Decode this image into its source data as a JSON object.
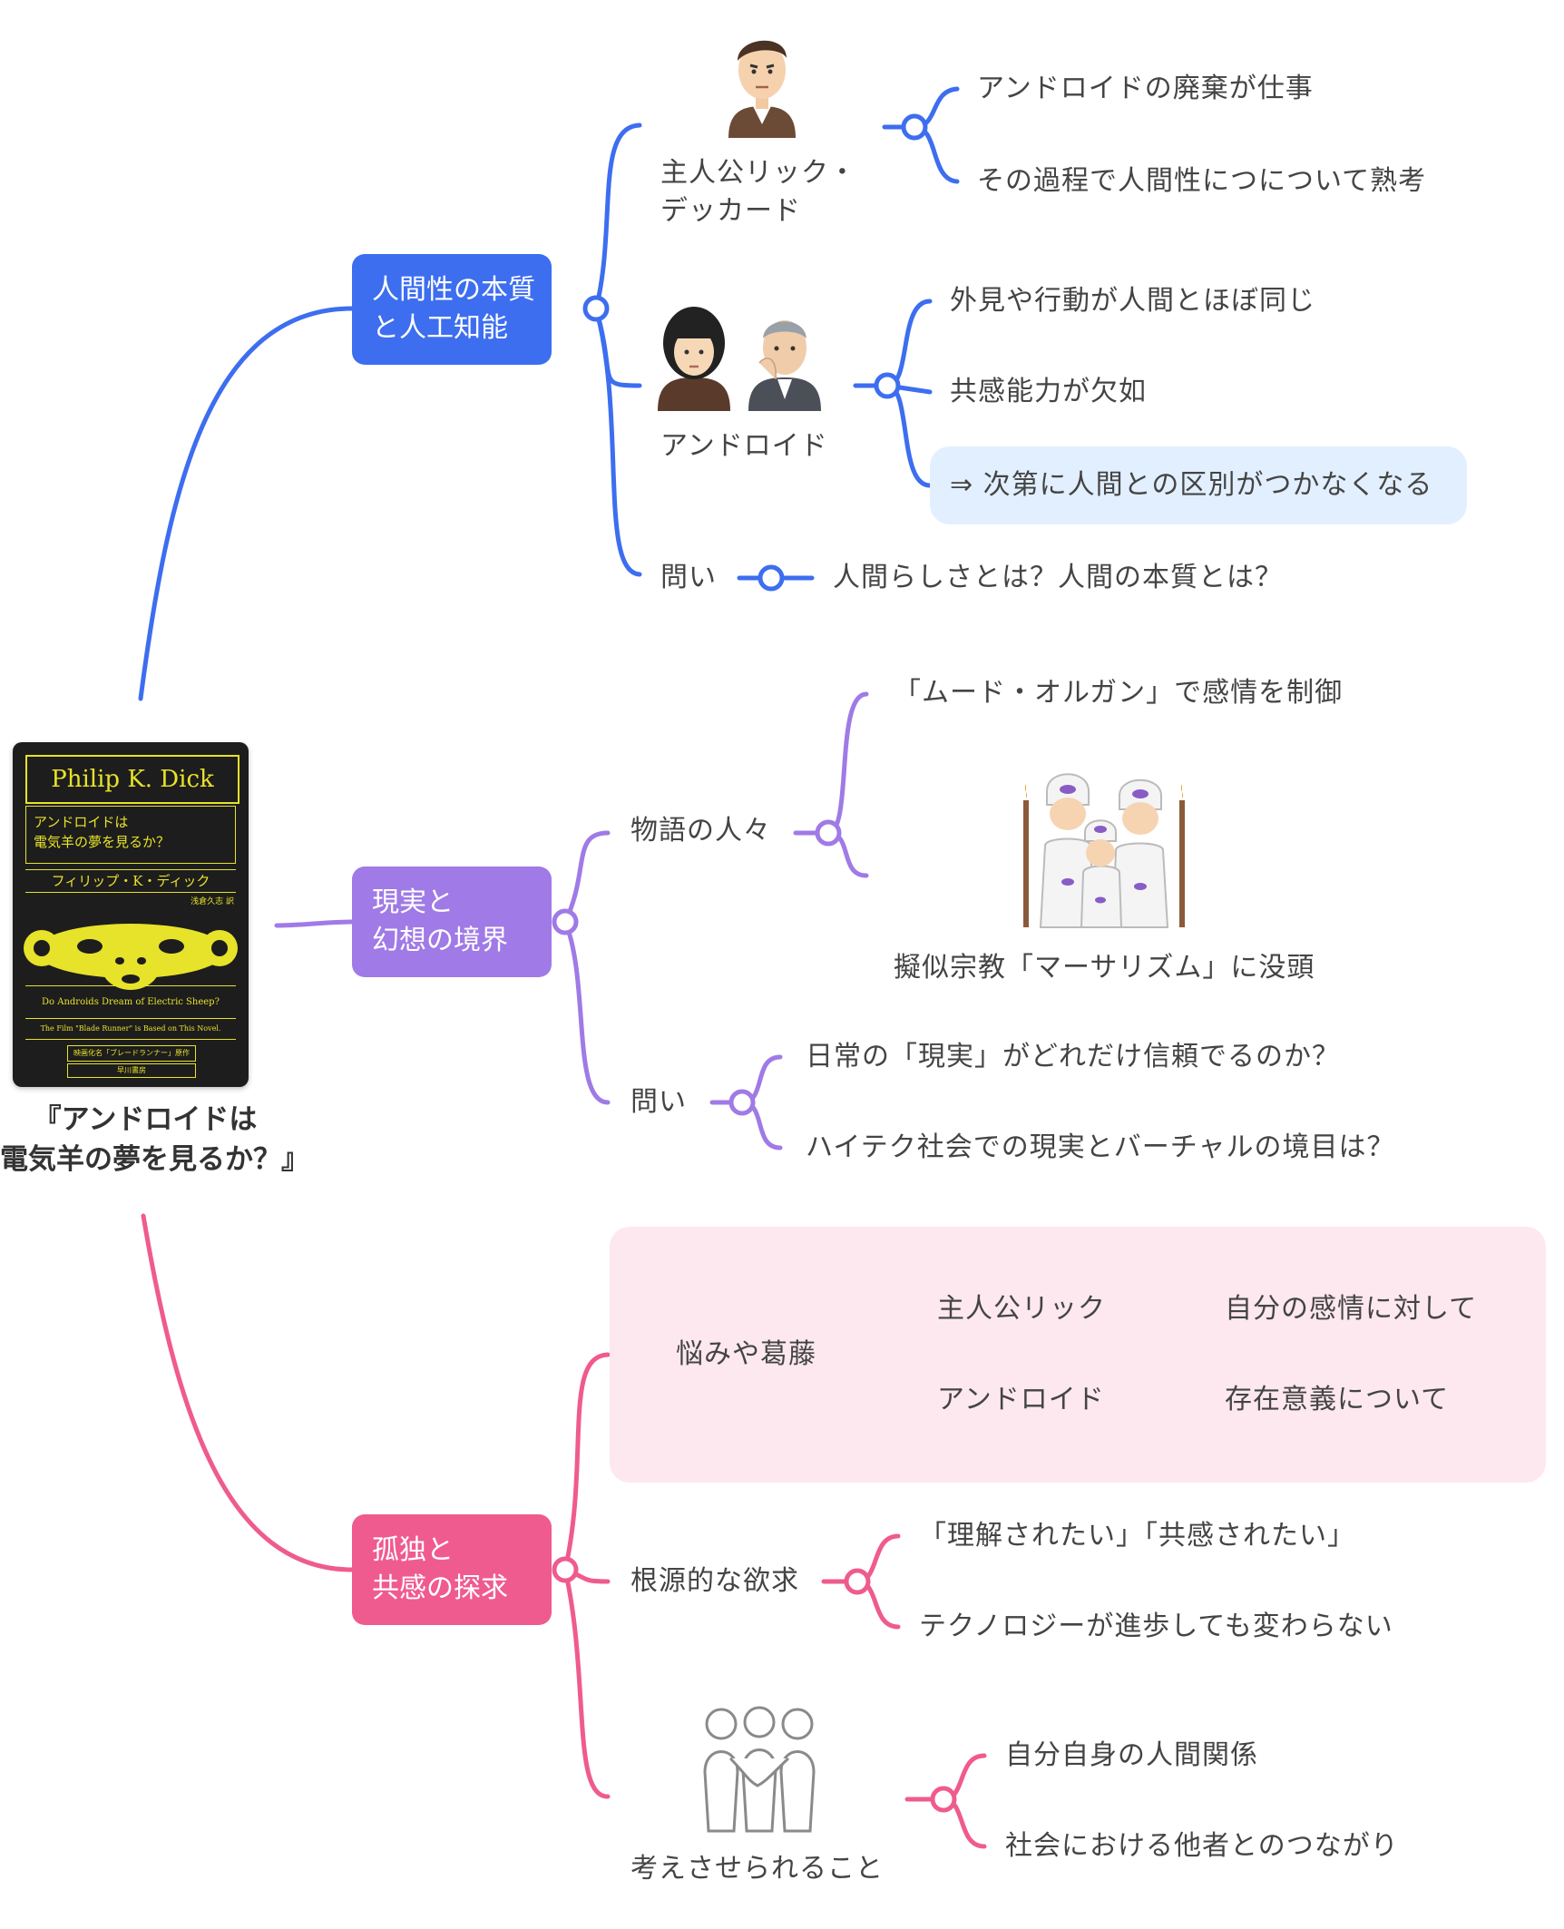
{
  "root": {
    "title": "『アンドロイドは\n電気羊の夢を見るか？』",
    "cover": {
      "author_en": "Philip K. Dick",
      "title_jp": "アンドロイドは\n電気羊の夢を見るか？",
      "author_jp": "フィリップ・K・ディック",
      "translator": "浅倉久志 訳",
      "title_en": "Do Androids Dream of Electric Sheep?",
      "film_note": "The Film \"Blade Runner\" is Based on This Novel.",
      "film_jp": "映画化名「ブレードランナー」原作",
      "publisher": "早川書房"
    }
  },
  "colors": {
    "blue": "#3d6ef0",
    "purple": "#a07ae6",
    "pink": "#ef5b8f",
    "blue_highlight": "#e2efff",
    "pink_box": "#fde8ef"
  },
  "branches": {
    "humanity": {
      "label": "人間性の本質\nと人工知能",
      "protagonist": {
        "label": "主人公リック・\nデッカード",
        "items": [
          "アンドロイドの廃棄が仕事",
          "その過程で人間性につについて熟考"
        ]
      },
      "android": {
        "label": "アンドロイド",
        "items": [
          "外見や行動が人間とほぼ同じ",
          "共感能力が欠如",
          "⇒ 次第に人間との区別がつかなくなる"
        ]
      },
      "question": {
        "label": "問い",
        "item": "人間らしさとは？人間の本質とは？"
      }
    },
    "reality": {
      "label": "現実と\n幻想の境界",
      "people": {
        "label": "物語の人々",
        "items": [
          "「ムード・オルガン」で感情を制御",
          "擬似宗教「マーサリズム」に没頭"
        ]
      },
      "question": {
        "label": "問い",
        "items": [
          "日常の「現実」がどれだけ信頼でるのか？",
          "ハイテク社会での現実とバーチャルの境目は？"
        ]
      }
    },
    "loneliness": {
      "label": "孤独と\n共感の探求",
      "conflict": {
        "label": "悩みや葛藤",
        "rows": [
          {
            "who": "主人公リック",
            "what": "自分の感情に対して"
          },
          {
            "who": "アンドロイド",
            "what": "存在意義について"
          }
        ]
      },
      "desire": {
        "label": "根源的な欲求",
        "items": [
          "「理解されたい」「共感されたい」",
          "テクノロジーが進歩しても変わらない"
        ]
      },
      "reflection": {
        "label": "考えさせられること",
        "items": [
          "自分自身の人間関係",
          "社会における他者とのつながり"
        ]
      }
    }
  }
}
